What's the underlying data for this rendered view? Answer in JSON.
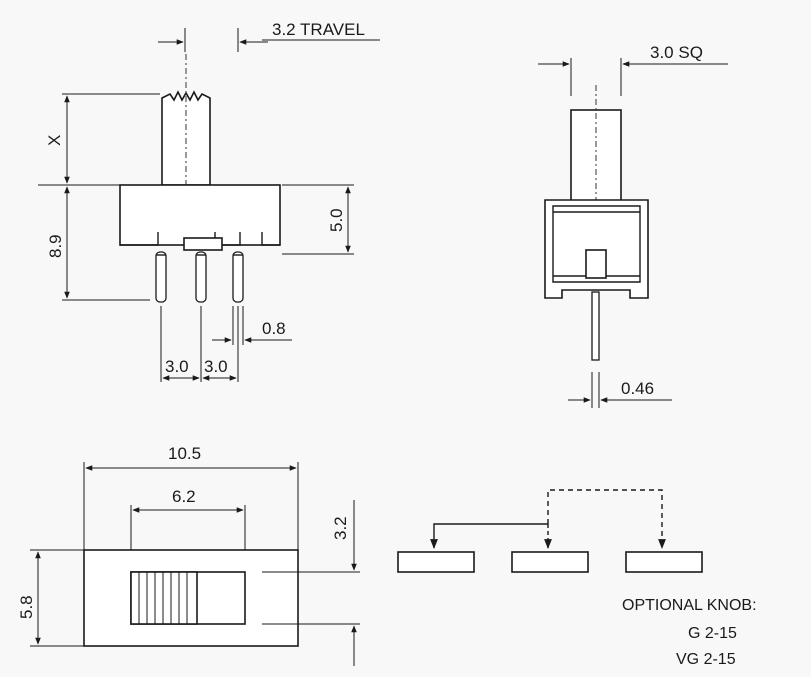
{
  "side_view": {
    "travel": "3.2 TRAVEL",
    "x_label": "X",
    "height_total": "8.9",
    "body_height": "5.0",
    "pin_pitch_left": "3.0",
    "pin_pitch_right": "3.0",
    "pin_width": "0.8"
  },
  "end_view": {
    "knob_square": "3.0 SQ",
    "pin_thickness": "0.46"
  },
  "top_view": {
    "overall_length": "10.5",
    "slot_length": "6.2",
    "knob_offset": "3.2",
    "width": "5.8"
  },
  "notes": {
    "optional_knob": "OPTIONAL KNOB:",
    "option_1": "G 2-15",
    "option_2": "VG 2-15"
  }
}
